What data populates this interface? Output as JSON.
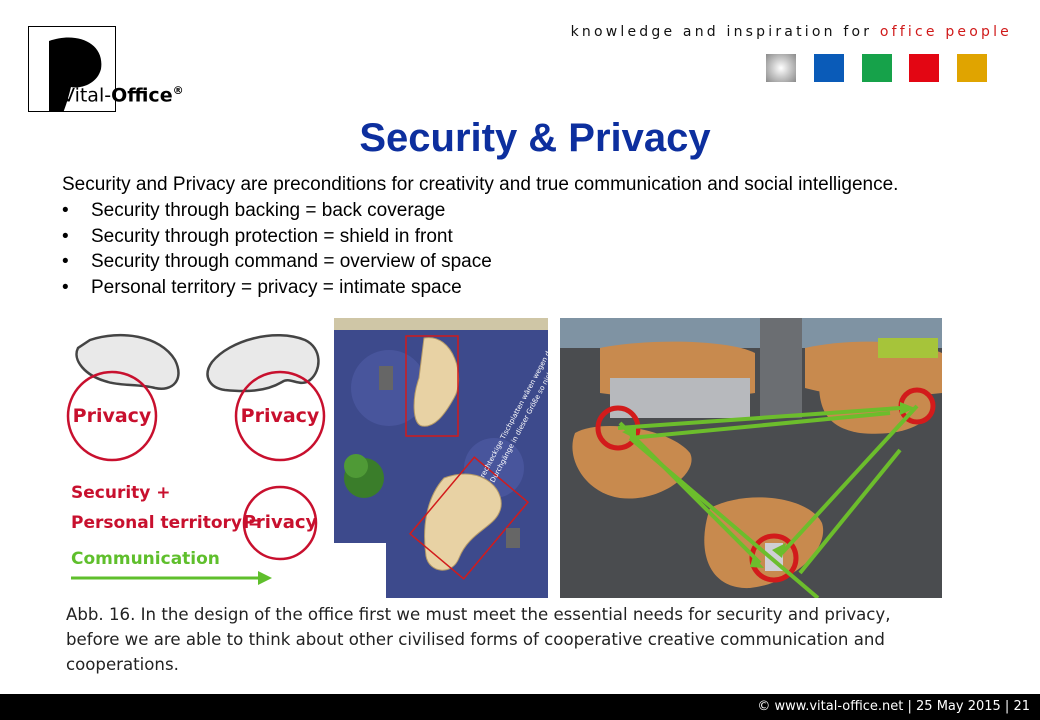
{
  "header": {
    "logo_text_main": "Vital-",
    "logo_text_bold": "Office",
    "logo_reg": "®",
    "tagline_prefix": "knowledge and inspiration for ",
    "tagline_highlight": "office people",
    "swatch_colors": [
      "#c9c9c9",
      "#0a5bb8",
      "#16a24a",
      "#e30613",
      "#e0a400"
    ]
  },
  "slide": {
    "title": "Security & Privacy",
    "intro": "Security and Privacy are preconditions for creativity and true communication and social intelligence.",
    "bullets": [
      "Security through backing = back coverage",
      "Security through protection = shield in front",
      "Security through command = overview of space",
      "Personal territory = privacy = intimate space"
    ]
  },
  "figure": {
    "privacy_label": "Privacy",
    "security_label": "Security +",
    "territory_label": "Personal territory =",
    "communication_label": "Communication",
    "floorplan_note_line1": "rechteckige Tischplatten wären wegen der",
    "floorplan_note_line2": "Durchgänge in dieser Größe so nicht möglich"
  },
  "caption": {
    "line1": "Abb. 16. In the design of the office first we must meet the essential needs for security and privacy,",
    "line2": "before we are able to think about other civilised forms of cooperative creative communication and",
    "line3": "cooperations."
  },
  "footer": {
    "text": "©  www.vital-office.net  |  25 May 2015  |   21"
  }
}
